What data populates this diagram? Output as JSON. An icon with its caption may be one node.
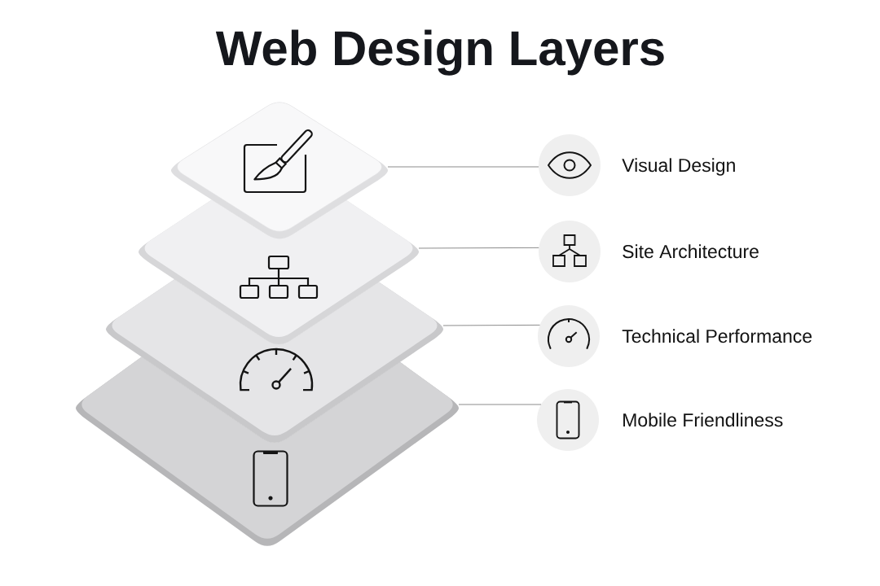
{
  "diagram": {
    "title": "Web Design Layers",
    "nodes": [
      {
        "text": [],
        "shape": "diamond"
      },
      {
        "text": [],
        "shape": "diamond"
      },
      {
        "text": [],
        "shape": "diamond"
      },
      {
        "text": [],
        "shape": "diamond"
      },
      {
        "text": [],
        "shape": "circle",
        "beside": [
          "Visual Design"
        ]
      },
      {
        "text": [],
        "shape": "circle",
        "beside": [
          "Site Architecture"
        ]
      },
      {
        "text": [],
        "shape": "circle",
        "beside": [
          "Technical Performance"
        ]
      },
      {
        "text": [],
        "shape": "circle",
        "beside": [
          "Mobile Friendliness"
        ]
      }
    ],
    "edges": [
      {
        "from": 0,
        "to": 4,
        "arrow": "none"
      },
      {
        "from": 1,
        "to": 5,
        "arrow": "none"
      },
      {
        "from": 2,
        "to": 6,
        "arrow": "none"
      },
      {
        "from": 3,
        "to": 7,
        "arrow": "none"
      }
    ]
  }
}
